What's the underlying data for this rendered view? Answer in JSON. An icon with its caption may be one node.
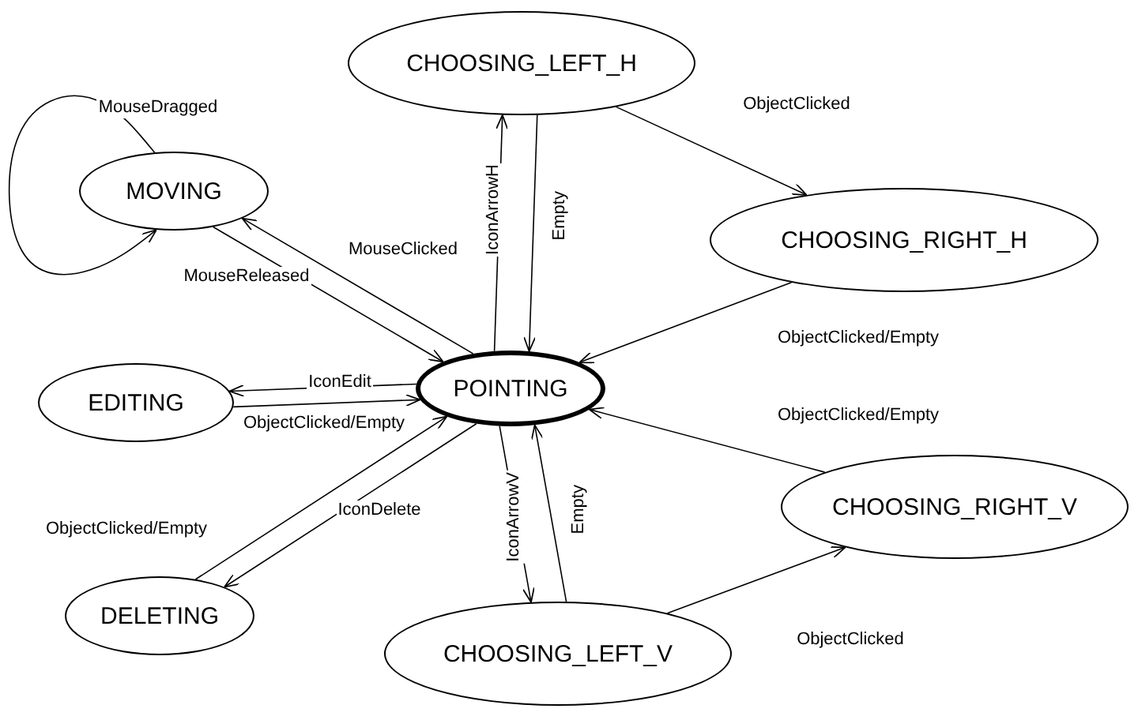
{
  "diagram": {
    "nodes": [
      {
        "text": [
          "CHOOSING_LEFT_H"
        ]
      },
      {
        "text": [
          "MOVING"
        ]
      },
      {
        "text": [
          "CHOOSING_RIGHT_H"
        ]
      },
      {
        "text": [
          "EDITING"
        ]
      },
      {
        "text": [
          "POINTING"
        ]
      },
      {
        "text": [
          "CHOOSING_RIGHT_V"
        ]
      },
      {
        "text": [
          "DELETING"
        ]
      },
      {
        "text": [
          "CHOOSING_LEFT_V"
        ]
      }
    ],
    "edges": [
      {
        "from": 1,
        "to": 1,
        "arrow": "to",
        "label": "MouseDragged"
      },
      {
        "from": 4,
        "to": 1,
        "arrow": "to",
        "label": "MouseClicked"
      },
      {
        "from": 1,
        "to": 4,
        "arrow": "to",
        "label": "MouseReleased"
      },
      {
        "from": 4,
        "to": 3,
        "arrow": "to",
        "label": "IconEdit"
      },
      {
        "from": 3,
        "to": 4,
        "arrow": "to",
        "label": "ObjectClicked/Empty"
      },
      {
        "from": 6,
        "to": 4,
        "arrow": "to",
        "label": "ObjectClicked/Empty"
      },
      {
        "from": 4,
        "to": 6,
        "arrow": "to",
        "label": "IconDelete"
      },
      {
        "from": 4,
        "to": 0,
        "arrow": "to",
        "label": "IconArrowH"
      },
      {
        "from": 0,
        "to": 4,
        "arrow": "to",
        "label": "Empty"
      },
      {
        "from": 0,
        "to": 2,
        "arrow": "to",
        "label": "ObjectClicked"
      },
      {
        "from": 2,
        "to": 4,
        "arrow": "to",
        "label": "ObjectClicked/Empty"
      },
      {
        "from": 5,
        "to": 4,
        "arrow": "to",
        "label": "ObjectClicked/Empty"
      },
      {
        "from": 4,
        "to": 7,
        "arrow": "to",
        "label": "IconArrowV"
      },
      {
        "from": 7,
        "to": 4,
        "arrow": "to",
        "label": "Empty"
      },
      {
        "from": 7,
        "to": 5,
        "arrow": "to",
        "label": "ObjectClicked"
      }
    ]
  }
}
